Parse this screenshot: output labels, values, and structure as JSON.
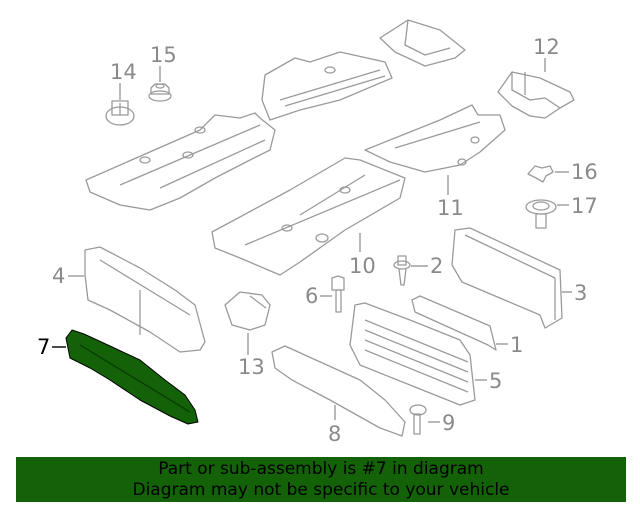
{
  "diagram": {
    "highlight_color": "#136207",
    "line_color": "#8a8a8a",
    "highlighted_part": "7",
    "callouts": [
      {
        "id": "1",
        "label": "1"
      },
      {
        "id": "2",
        "label": "2"
      },
      {
        "id": "3",
        "label": "3"
      },
      {
        "id": "4",
        "label": "4"
      },
      {
        "id": "5",
        "label": "5"
      },
      {
        "id": "6",
        "label": "6"
      },
      {
        "id": "7",
        "label": "7"
      },
      {
        "id": "8",
        "label": "8"
      },
      {
        "id": "9",
        "label": "9"
      },
      {
        "id": "10",
        "label": "10"
      },
      {
        "id": "11",
        "label": "11"
      },
      {
        "id": "12",
        "label": "12"
      },
      {
        "id": "13",
        "label": "13"
      },
      {
        "id": "14",
        "label": "14"
      },
      {
        "id": "15",
        "label": "15"
      },
      {
        "id": "16",
        "label": "16"
      },
      {
        "id": "17",
        "label": "17"
      }
    ]
  },
  "banner": {
    "line1": "Part or sub-assembly is #7 in diagram",
    "line2": "Diagram may not be specific to your vehicle"
  }
}
